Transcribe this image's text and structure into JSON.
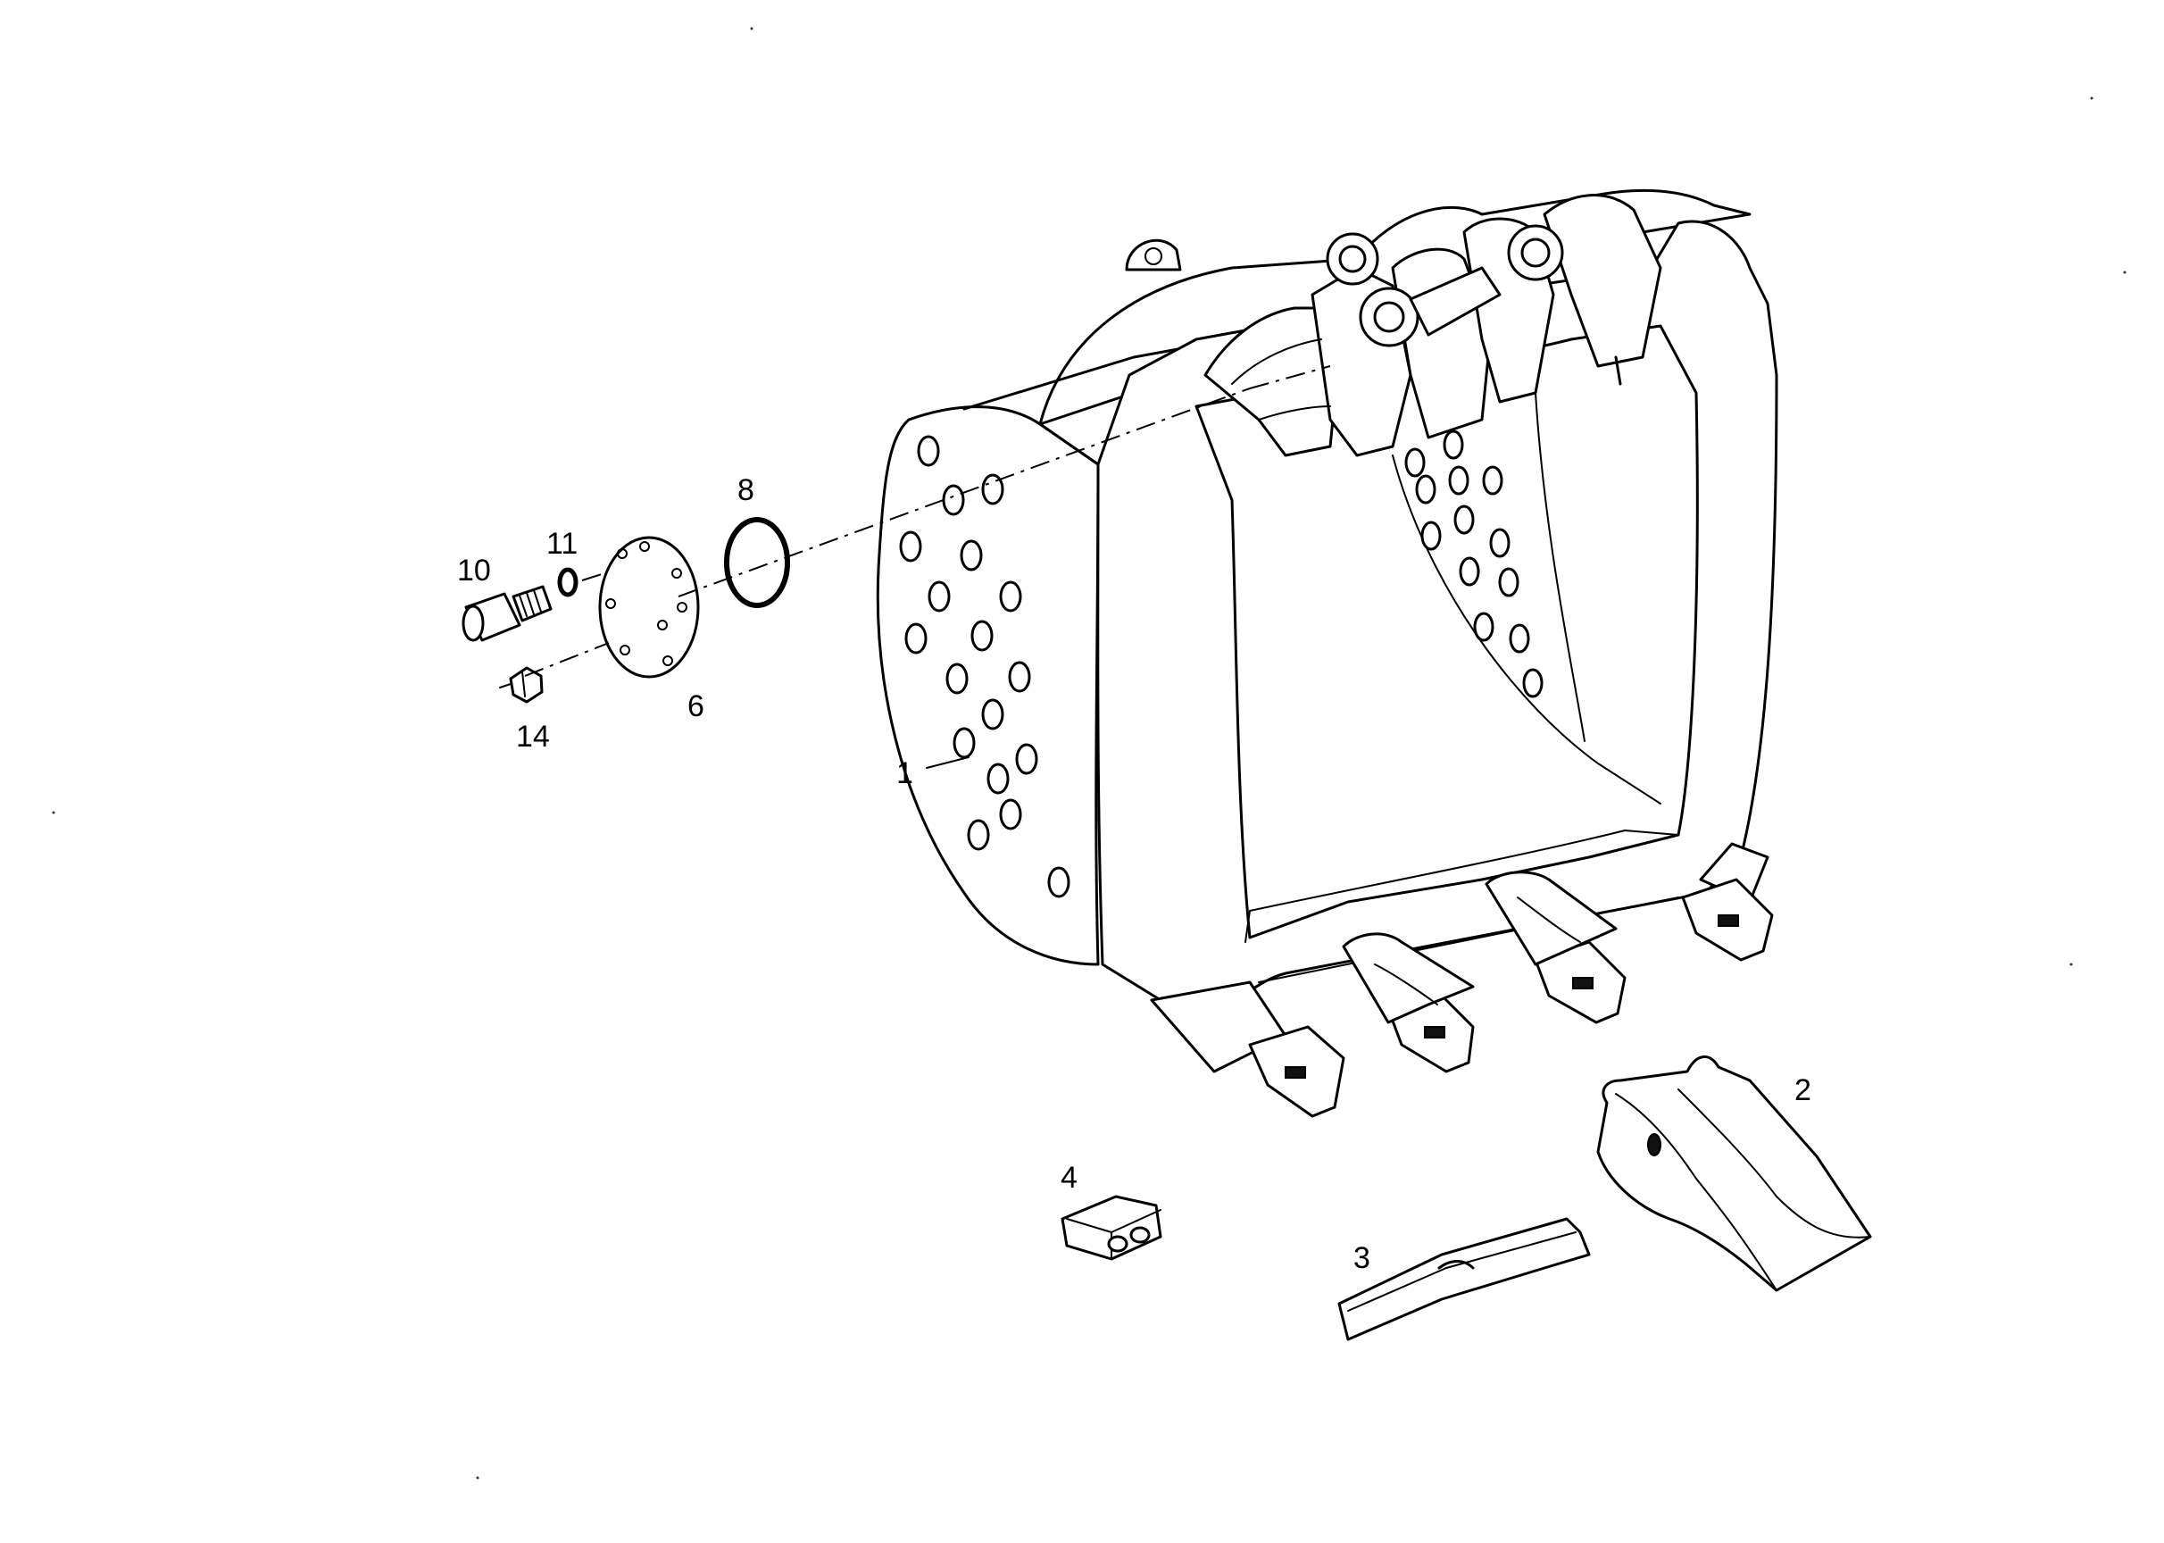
{
  "diagram": {
    "callouts": [
      {
        "id": "part-1-label",
        "text": "1"
      },
      {
        "id": "part-2-label",
        "text": "2"
      },
      {
        "id": "part-3-label",
        "text": "3"
      },
      {
        "id": "part-4-label",
        "text": "4"
      },
      {
        "id": "part-6-label",
        "text": "6"
      },
      {
        "id": "part-8-label",
        "text": "8"
      },
      {
        "id": "part-10-label",
        "text": "10"
      },
      {
        "id": "part-11-label",
        "text": "11"
      },
      {
        "id": "part-14-label",
        "text": "14"
      }
    ]
  }
}
